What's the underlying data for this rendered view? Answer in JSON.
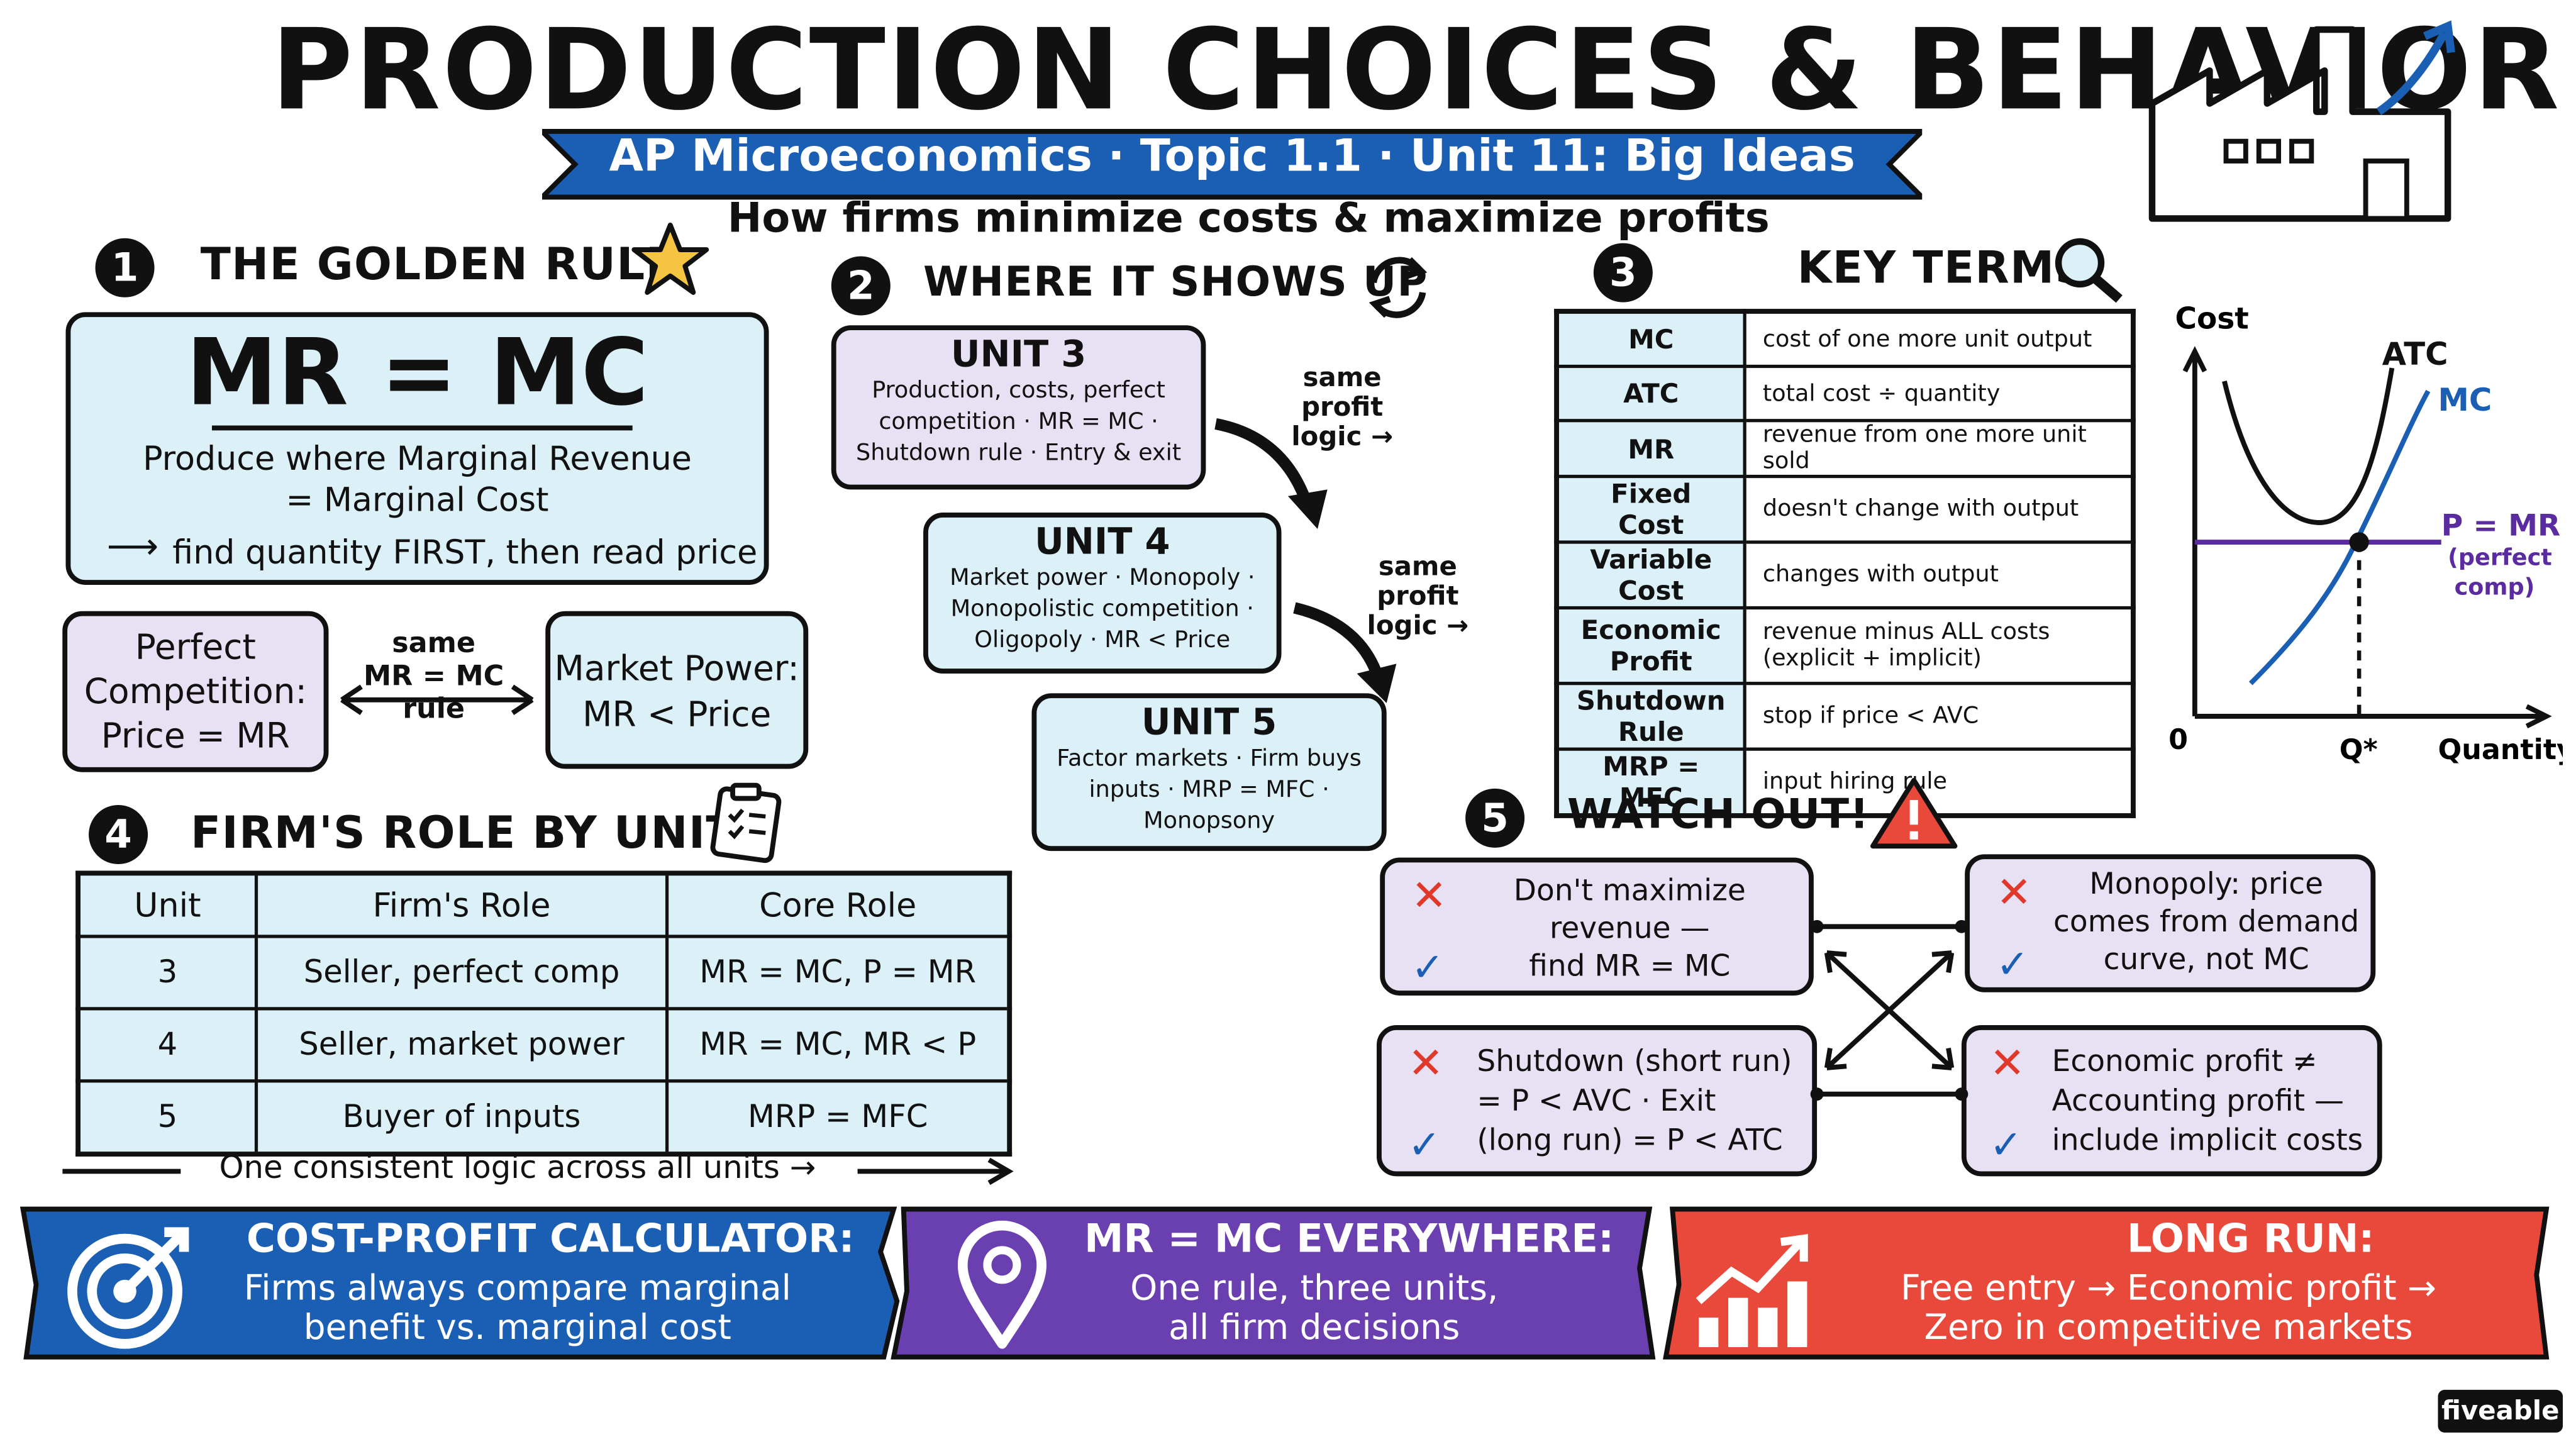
{
  "header": {
    "title": "PRODUCTION CHOICES & BEHAVIOR",
    "subtitle": "AP Microeconomics · Topic 1.1 · Unit 11: Big Ideas",
    "tagline": "How firms minimize costs & maximize profits"
  },
  "golden_rule": {
    "number": "1",
    "heading": "THE GOLDEN RULE",
    "formula": "MR = MC",
    "line1": "Produce where Marginal Revenue",
    "line2": "= Marginal Cost",
    "line3": "find quantity FIRST, then read price",
    "left_box": [
      "Perfect",
      "Competition:",
      "Price = MR"
    ],
    "middle": [
      "same",
      "MR = MC",
      "rule"
    ],
    "right_box": [
      "Market Power:",
      "MR < Price"
    ]
  },
  "where": {
    "number": "2",
    "heading": "WHERE IT SHOWS UP",
    "units": [
      {
        "title": "UNIT 3",
        "lines": [
          "Production, costs, perfect",
          "competition · MR = MC ·",
          "Shutdown rule · Entry & exit"
        ]
      },
      {
        "title": "UNIT 4",
        "lines": [
          "Market power · Monopoly ·",
          "Monopolistic competition ·",
          "Oligopoly · MR < Price"
        ]
      },
      {
        "title": "UNIT 5",
        "lines": [
          "Factor markets · Firm buys",
          "inputs · MRP = MFC ·",
          "Monopsony"
        ]
      }
    ],
    "same_logic": [
      "same",
      "profit",
      "logic →"
    ]
  },
  "key_terms": {
    "number": "3",
    "heading": "KEY TERMS",
    "rows": [
      {
        "term": "MC",
        "def": "cost of one more unit output"
      },
      {
        "term": "ATC",
        "def": "total cost ÷ quantity"
      },
      {
        "term": "MR",
        "def": "revenue from one more unit sold"
      },
      {
        "term": "Fixed Cost",
        "def": "doesn't change with output"
      },
      {
        "term": "Variable Cost",
        "def": "changes with output"
      },
      {
        "term": "Economic Profit",
        "def": "revenue minus ALL costs (explicit + implicit)"
      },
      {
        "term": "Shutdown Rule",
        "def": "stop if price < AVC"
      },
      {
        "term": "MRP = MFC",
        "def": "input hiring rule"
      }
    ]
  },
  "chart_data": {
    "type": "line",
    "ylabel": "Cost",
    "xlabel": "Quantity",
    "origin": "0",
    "q_label": "Q*",
    "series": [
      {
        "name": "ATC",
        "color": "#111111"
      },
      {
        "name": "MC",
        "color": "#1a5fb4"
      },
      {
        "name": "P = MR",
        "color": "#5b2ca0"
      }
    ],
    "pmr_note": [
      "(perfect",
      "comp)"
    ]
  },
  "firm_role": {
    "number": "4",
    "heading": "FIRM'S ROLE BY UNIT",
    "columns": [
      "Unit",
      "Firm's Role",
      "Core Role"
    ],
    "rows": [
      [
        "3",
        "Seller, perfect comp",
        "MR = MC, P = MR"
      ],
      [
        "4",
        "Seller, market power",
        "MR = MC, MR < P"
      ],
      [
        "5",
        "Buyer of inputs",
        "MRP = MFC"
      ]
    ],
    "footer": "One consistent logic across all units →"
  },
  "watch_out": {
    "number": "5",
    "heading": "WATCH OUT!",
    "items": [
      {
        "lines": [
          "Don't maximize",
          "revenue —",
          "find MR = MC"
        ]
      },
      {
        "lines": [
          "Monopoly: price",
          "comes from demand",
          "curve, not MC"
        ]
      },
      {
        "lines": [
          "Shutdown (short run)",
          "= P < AVC · Exit",
          "(long run) = P < ATC"
        ]
      },
      {
        "lines": [
          "Economic profit ≠",
          "Accounting profit —",
          "include implicit costs"
        ]
      }
    ]
  },
  "banners": [
    {
      "title": "COST-PROFIT CALCULATOR:",
      "lines": [
        "Firms always compare marginal",
        "benefit vs. marginal cost"
      ],
      "color": "#1a5fb4",
      "icon": "target-icon"
    },
    {
      "title": "MR = MC EVERYWHERE:",
      "lines": [
        "One rule, three units,",
        "all firm decisions"
      ],
      "color": "#6a3fb0",
      "icon": "location-pin-icon"
    },
    {
      "title": "LONG RUN:",
      "lines": [
        "Free entry → Economic profit →",
        "Zero in competitive markets"
      ],
      "color": "#e8493b",
      "icon": "growth-chart-icon"
    }
  ],
  "brand": "fiveable"
}
